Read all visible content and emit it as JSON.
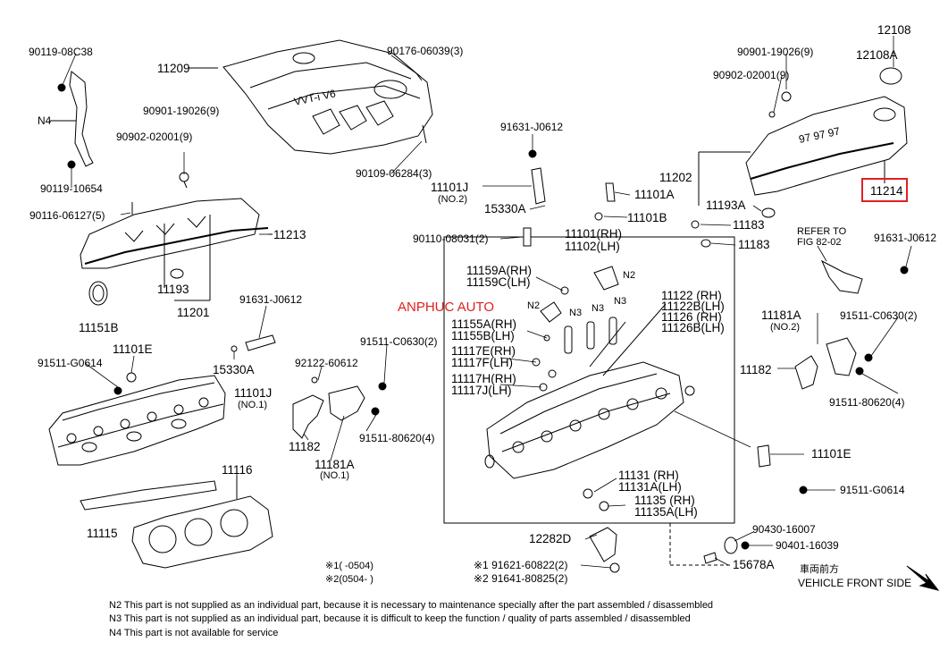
{
  "brand": "ANPHUC AUTO",
  "highlight_color": "#e02020",
  "labels": {
    "p1": "90119-08C38",
    "p2": "N4",
    "p3": "90119-10654",
    "p4": "90116-06127(5)",
    "p5": "11209",
    "p6": "90176-06039(3)",
    "p7": "90109-06284(3)",
    "p8": "90901-19026(9)",
    "p9": "90902-02001(9)",
    "p10": "11213",
    "p11": "11193",
    "p12": "11201",
    "p13": "11151B",
    "p14": "91631-J0612",
    "p15": "11101J",
    "p16": "(NO.2)",
    "p17": "15330A",
    "p18": "11101A",
    "p19": "11101B",
    "p20": "90110-08031(2)",
    "p21": "11101(RH)",
    "p22": "11102(LH)",
    "p23": "90901-19026(9)",
    "p24": "90902-02001(9)",
    "p25": "12108",
    "p26": "12108A",
    "p27": "11202",
    "p28": "11193A",
    "p29": "11214",
    "p30": "11183",
    "p31": "11183",
    "p32": "REFER TO",
    "p33": "FIG 82-02",
    "p34": "91631-J0612",
    "p35": "91631-J0612",
    "p36": "11101E",
    "p37": "91511-G0614",
    "p38": "15330A",
    "p39": "11101J",
    "p40": "(NO.1)",
    "p41": "92122-60612",
    "p42": "91511-C0630(2)",
    "p43": "11182",
    "p44": "11181A",
    "p45": "(NO.1)",
    "p46": "91511-80620(4)",
    "p47": "11116",
    "p48": "11115",
    "p49": "11159A(RH)",
    "p50": "11159C(LH)",
    "p51": "N2",
    "p52": "N2",
    "p53": "N3",
    "p54": "N3",
    "p55": "N3",
    "p56": "11155A(RH)",
    "p57": "11155B(LH)",
    "p58": "11117E(RH)",
    "p59": "11117F(LH)",
    "p60": "11117H(RH)",
    "p61": "11117J(LH)",
    "p62": "11122 (RH)",
    "p63": "11122B(LH)",
    "p64": "11126 (RH)",
    "p65": "11126B(LH)",
    "p66": "11131 (RH)",
    "p67": "11131A(LH)",
    "p68": "11135 (RH)",
    "p69": "11135A(LH)",
    "p70": "11181A",
    "p71": "(NO.2)",
    "p72": "91511-C0630(2)",
    "p73": "11182",
    "p74": "91511-80620(4)",
    "p75": "11101E",
    "p76": "91511-G0614",
    "p77": "12282D",
    "p78": "90430-16007",
    "p79": "90401-16039",
    "p80": "15678A",
    "p81": "※1 91621-60822(2)",
    "p82": "※2 91641-80825(2)",
    "p83": "※1(   -0504)",
    "p84": "※2(0504-   )",
    "p85": "車両前方",
    "p86": "VEHICLE FRONT SIDE"
  },
  "cover_text": {
    "cover_left": "VVT-i V6",
    "cover_right": "97 97 97"
  },
  "notes": [
    "N2  This part is not supplied as an individual part, because it is necessary to maintenance specially after the part assembled / disassembled",
    "N3  This part is not supplied as an individual part, because it is difficult to keep the function / quality of parts  assembled / disassembled",
    "N4  This part is not available for service"
  ]
}
